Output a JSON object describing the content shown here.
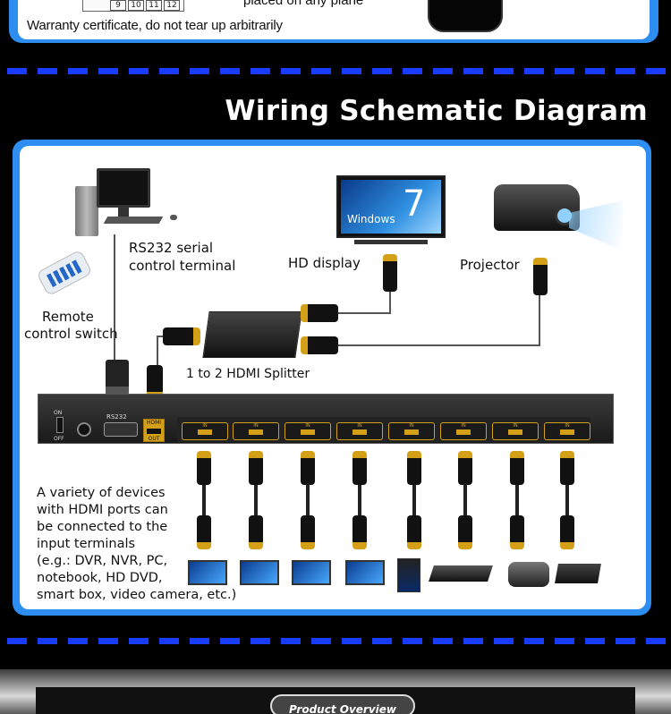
{
  "top": {
    "warranty_text": "Warranty certificate, do not tear up arbitrarily",
    "placed_text": "placed on any plane",
    "cert_cells": [
      "9",
      "10",
      "11",
      "12"
    ]
  },
  "heading": "Wiring Schematic Diagram",
  "labels": {
    "rs232_line1": "RS232 serial",
    "rs232_line2": "control terminal",
    "hd_display": "HD display",
    "projector": "Projector",
    "remote_line1": "Remote",
    "remote_line2": "control switch",
    "splitter": "1 to 2 HDMI Splitter",
    "windows_word": "Windows",
    "windows_number": "7",
    "devices_lines": [
      "A variety of devices",
      "with HDMI ports can",
      "be connected to the",
      "input terminals",
      "(e.g.: DVR, NVR, PC,",
      "notebook, HD DVD,",
      "smart box, video camera, etc.)"
    ]
  },
  "device_panel": {
    "rs232": "RS232",
    "hdmi_out_line1": "HDMI",
    "hdmi_out_line2": "OUT",
    "on": "ON",
    "off": "OFF",
    "in_label": "IN"
  },
  "bottom": {
    "badge": "Product Overview"
  },
  "colors": {
    "card_blue": "#2e8df0",
    "dash_blue": "#1a3cff",
    "hdmi_gold": "#d4a017"
  }
}
